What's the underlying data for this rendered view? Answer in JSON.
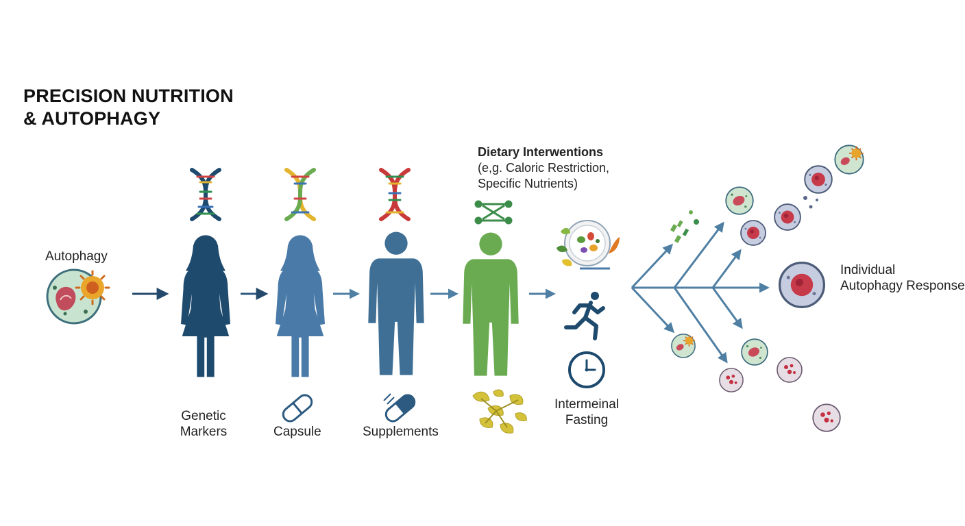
{
  "title": {
    "line1": "PRECISION NUTRITION",
    "line2": "& AUTOPHAGY"
  },
  "labels": {
    "autophagy": "Autophagy",
    "genetic_markers_1": "Genetic",
    "genetic_markers_2": "Markers",
    "capsule": "Capsule",
    "supplements": "Supplements",
    "dietary_1": "Dietary Interwentions",
    "dietary_2": "(e,g. Caloric Restriction,",
    "dietary_3": "Specific Nutrients)",
    "fasting_1": "Intermeinal",
    "fasting_2": "Fasting",
    "response_1": "Individual",
    "response_2": "Autophagy Response"
  },
  "colors": {
    "navy": "#1e4a6e",
    "steel": "#3f6f95",
    "blue": "#4a7aa8",
    "green": "#6aab52",
    "arrow": "#4f7fa3",
    "cell_green": "#cfe5cf",
    "cell_grey": "#c7cde0",
    "cell_red": "#c63a4a"
  },
  "icons": [
    "cell-icon",
    "dna-icon",
    "capsule-icon",
    "plate-icon",
    "runner-icon",
    "clock-icon",
    "herbs-icon"
  ]
}
